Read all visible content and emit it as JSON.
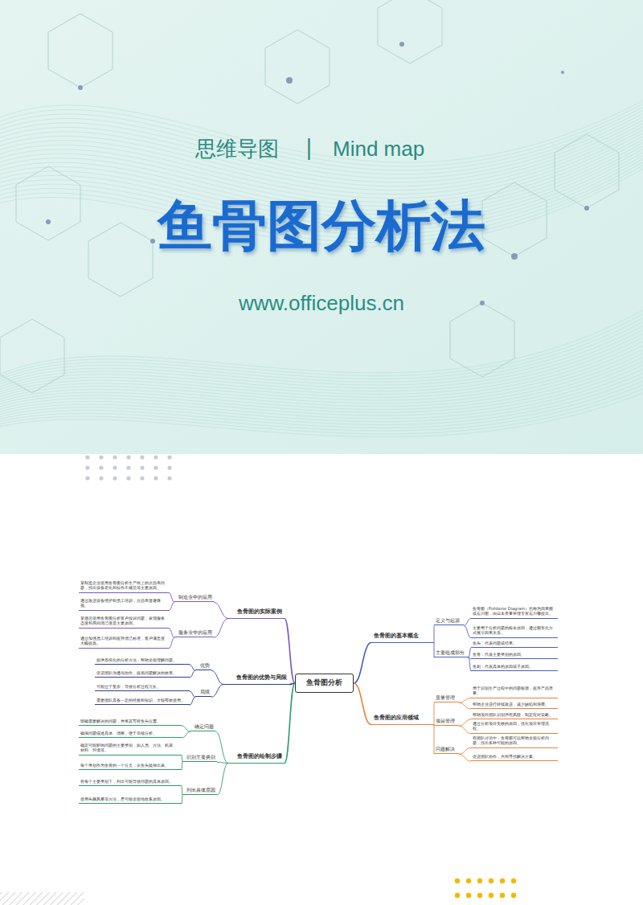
{
  "diagram": {
    "title": "鱼骨图分析法",
    "nodes": [
      {
        "text": [
          "鱼骨图分析"
        ]
      },
      {
        "text": [
          "鱼骨图的基本概念"
        ]
      },
      {
        "text": [
          "定义与起源"
        ]
      },
      {
        "text": [
          "鱼骨图（Fishbone Diagram）也称为因果图或石川图，由日本质量管理专家石川馨提出。"
        ]
      },
      {
        "text": [
          "主要用于分析问题的根本原因，通过图形化方式展示因果关系。"
        ]
      },
      {
        "text": [
          "主要组成部分"
        ]
      },
      {
        "text": [
          "鱼头：代表问题或结果。"
        ]
      },
      {
        "text": [
          "鱼骨：代表主要类别的原因。"
        ]
      },
      {
        "text": [
          "鱼刺：代表具体的原因或子原因。"
        ]
      },
      {
        "text": [
          "鱼骨图的应用领域"
        ]
      },
      {
        "text": [
          "质量管理"
        ]
      },
      {
        "text": [
          "用于识别生产过程中的问题根源，提升产品质量。"
        ]
      },
      {
        "text": [
          "帮助企业进行持续改进，减少缺陷和浪费。"
        ]
      },
      {
        "text": [
          "项目管理"
        ]
      },
      {
        "text": [
          "帮助项目团队识别潜在风险，制定应对策略。"
        ]
      },
      {
        "text": [
          "通过分析项目失败的原因，优化项目管理流程。"
        ]
      },
      {
        "text": [
          "问题解决"
        ]
      },
      {
        "text": [
          "在团队讨论中，鱼骨图可以帮助全面分析问题，找出多种可能的原因。"
        ]
      },
      {
        "text": [
          "促进团队协作，共同寻找解决方案。"
        ]
      },
      {
        "text": [
          "鱼骨图的实际案例"
        ]
      },
      {
        "text": [
          "制造业中的应用"
        ]
      },
      {
        "text": [
          "某制造企业使用鱼骨图分析生产线上的次品率问题，找出设备老化和操作不规范等主要原因。"
        ]
      },
      {
        "text": [
          "通过改进设备维护和员工培训，次品率显著降低。"
        ]
      },
      {
        "text": [
          "服务业中的应用"
        ]
      },
      {
        "text": [
          "某酒店使用鱼骨图分析客户投诉问题，发现服务态度和房间清洁度是主要原因。"
        ]
      },
      {
        "text": [
          "通过加强员工培训和提升清洁标准，客户满意度大幅提高。"
        ]
      },
      {
        "text": [
          "鱼骨图的优势与局限"
        ]
      },
      {
        "text": [
          "优势"
        ]
      },
      {
        "text": [
          "提供系统化的分析方法，帮助全面理解问题。"
        ]
      },
      {
        "text": [
          "促进团队沟通与协作，提高问题解决的效率。"
        ]
      },
      {
        "text": [
          "局限"
        ]
      },
      {
        "text": [
          "可能过于复杂，导致分析过程冗长。"
        ]
      },
      {
        "text": [
          "需要团队具备一定的经验和知识，才能有效使用。"
        ]
      },
      {
        "text": [
          "鱼骨图的绘制步骤"
        ]
      },
      {
        "text": [
          "确定问题"
        ]
      },
      {
        "text": [
          "明确需要解决的问题，并将其写在鱼头位置。"
        ]
      },
      {
        "text": [
          "确保问题描述具体、清晰，便于后续分析。"
        ]
      },
      {
        "text": [
          "识别主要类别"
        ]
      },
      {
        "text": [
          "确定可能影响问题的主要类别，如人员、方法、机器、材料、环境等。"
        ]
      },
      {
        "text": [
          "每个类别作为鱼骨的一个分支，从鱼头延伸出来。"
        ]
      },
      {
        "text": [
          "列出具体原因"
        ]
      },
      {
        "text": [
          "在每个主要类别下，列出可能导致问题的具体原因。"
        ]
      },
      {
        "text": [
          "使用头脑风暴等方法，尽可能全面地收集原因。"
        ]
      }
    ],
    "edges": [
      {
        "from": 0,
        "to": 1,
        "arrow": "none"
      },
      {
        "from": 1,
        "to": 2,
        "arrow": "none"
      },
      {
        "from": 2,
        "to": 3,
        "arrow": "none"
      },
      {
        "from": 2,
        "to": 4,
        "arrow": "none"
      },
      {
        "from": 1,
        "to": 5,
        "arrow": "none"
      },
      {
        "from": 5,
        "to": 6,
        "arrow": "none"
      },
      {
        "from": 5,
        "to": 7,
        "arrow": "none"
      },
      {
        "from": 5,
        "to": 8,
        "arrow": "none"
      },
      {
        "from": 0,
        "to": 9,
        "arrow": "none"
      },
      {
        "from": 9,
        "to": 10,
        "arrow": "none"
      },
      {
        "from": 10,
        "to": 11,
        "arrow": "none"
      },
      {
        "from": 10,
        "to": 12,
        "arrow": "none"
      },
      {
        "from": 9,
        "to": 13,
        "arrow": "none"
      },
      {
        "from": 13,
        "to": 14,
        "arrow": "none"
      },
      {
        "from": 13,
        "to": 15,
        "arrow": "none"
      },
      {
        "from": 9,
        "to": 16,
        "arrow": "none"
      },
      {
        "from": 16,
        "to": 17,
        "arrow": "none"
      },
      {
        "from": 16,
        "to": 18,
        "arrow": "none"
      },
      {
        "from": 0,
        "to": 19,
        "arrow": "none"
      },
      {
        "from": 19,
        "to": 20,
        "arrow": "none"
      },
      {
        "from": 20,
        "to": 21,
        "arrow": "none"
      },
      {
        "from": 20,
        "to": 22,
        "arrow": "none"
      },
      {
        "from": 19,
        "to": 23,
        "arrow": "none"
      },
      {
        "from": 23,
        "to": 24,
        "arrow": "none"
      },
      {
        "from": 23,
        "to": 25,
        "arrow": "none"
      },
      {
        "from": 0,
        "to": 26,
        "arrow": "none"
      },
      {
        "from": 26,
        "to": 27,
        "arrow": "none"
      },
      {
        "from": 27,
        "to": 28,
        "arrow": "none"
      },
      {
        "from": 27,
        "to": 29,
        "arrow": "none"
      },
      {
        "from": 26,
        "to": 30,
        "arrow": "none"
      },
      {
        "from": 30,
        "to": 31,
        "arrow": "none"
      },
      {
        "from": 30,
        "to": 32,
        "arrow": "none"
      },
      {
        "from": 0,
        "to": 33,
        "arrow": "none"
      },
      {
        "from": 33,
        "to": 34,
        "arrow": "none"
      },
      {
        "from": 34,
        "to": 35,
        "arrow": "none"
      },
      {
        "from": 34,
        "to": 36,
        "arrow": "none"
      },
      {
        "from": 33,
        "to": 37,
        "arrow": "none"
      },
      {
        "from": 37,
        "to": 38,
        "arrow": "none"
      },
      {
        "from": 37,
        "to": 39,
        "arrow": "none"
      },
      {
        "from": 33,
        "to": 40,
        "arrow": "none"
      },
      {
        "from": 40,
        "to": 41,
        "arrow": "none"
      },
      {
        "from": 40,
        "to": 42,
        "arrow": "none"
      }
    ],
    "labels": [
      "思维导图",
      "|",
      "Mind map",
      "www.officeplus.cn"
    ]
  }
}
